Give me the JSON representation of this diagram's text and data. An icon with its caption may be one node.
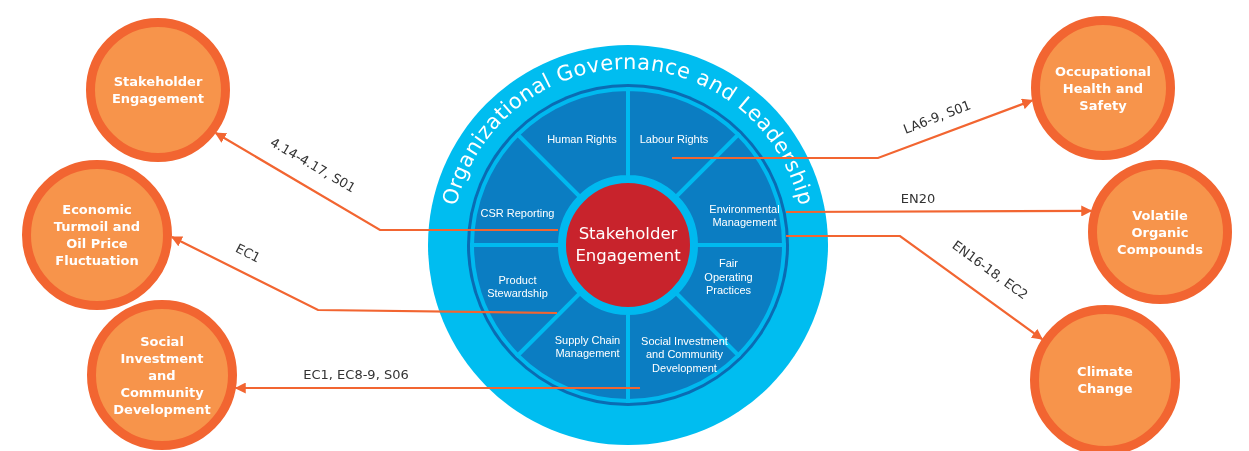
{
  "diagram": {
    "nodes": [
      {
        "text": [
          "Organizational Governance and Leadership"
        ]
      },
      {
        "text": [
          "Human Rights"
        ],
        "in": 0
      },
      {
        "text": [
          "Labour Rights"
        ],
        "in": 0
      },
      {
        "text": [
          "Environmental Management"
        ],
        "in": 0
      },
      {
        "text": [
          "Fair Operating Practices"
        ],
        "in": 0
      },
      {
        "text": [
          "Social Investment and Community Development"
        ],
        "in": 0
      },
      {
        "text": [
          "Supply Chain Management"
        ],
        "in": 0
      },
      {
        "text": [
          "Product Stewardship"
        ],
        "in": 0
      },
      {
        "text": [
          "CSR Reporting"
        ],
        "in": 0
      },
      {
        "text": [
          "Stakeholder Engagement"
        ],
        "in": 0
      },
      {
        "text": [
          "Stakeholder Engagement"
        ]
      },
      {
        "text": [
          "Economic Turmoil and Oil Price Fluctuation"
        ]
      },
      {
        "text": [
          "Social Investment and Community Development"
        ]
      },
      {
        "text": [
          "Occupational Health and Safety"
        ]
      },
      {
        "text": [
          "Volatile Organic Compounds"
        ]
      },
      {
        "text": [
          "Climate Change"
        ]
      }
    ],
    "edges": [
      {
        "from": 8,
        "to": 10,
        "arrow": "to",
        "label": "4.14-4.17, S01"
      },
      {
        "from": 7,
        "to": 11,
        "arrow": "to",
        "label": "EC1"
      },
      {
        "from": 5,
        "to": 12,
        "arrow": "to",
        "label": "EC1, EC8-9, S06"
      },
      {
        "from": 2,
        "to": 13,
        "arrow": "to",
        "label": "LA6-9, S01"
      },
      {
        "from": 3,
        "to": 14,
        "arrow": "to",
        "label": "EN20"
      },
      {
        "from": 3,
        "to": 15,
        "arrow": "to",
        "label": "EN16-18, EC2"
      }
    ]
  }
}
